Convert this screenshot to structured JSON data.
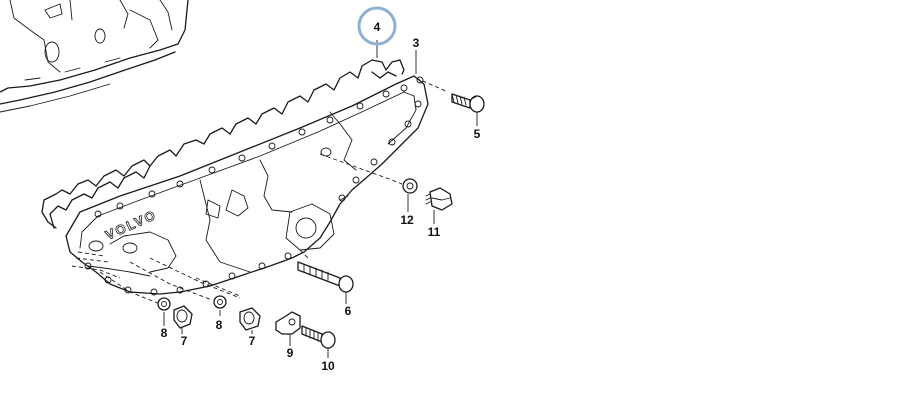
{
  "diagram": {
    "highlight_color": "#8fb0d0",
    "highlighted_callout": "4",
    "brand_marking": "VOLVO",
    "callouts": [
      {
        "id": "callout-3",
        "label": "3"
      },
      {
        "id": "callout-4",
        "label": "4"
      },
      {
        "id": "callout-5",
        "label": "5"
      },
      {
        "id": "callout-6",
        "label": "6"
      },
      {
        "id": "callout-7a",
        "label": "7"
      },
      {
        "id": "callout-7b",
        "label": "7"
      },
      {
        "id": "callout-8a",
        "label": "8"
      },
      {
        "id": "callout-8b",
        "label": "8"
      },
      {
        "id": "callout-9",
        "label": "9"
      },
      {
        "id": "callout-10",
        "label": "10"
      },
      {
        "id": "callout-11",
        "label": "11"
      },
      {
        "id": "callout-12",
        "label": "12"
      }
    ]
  }
}
